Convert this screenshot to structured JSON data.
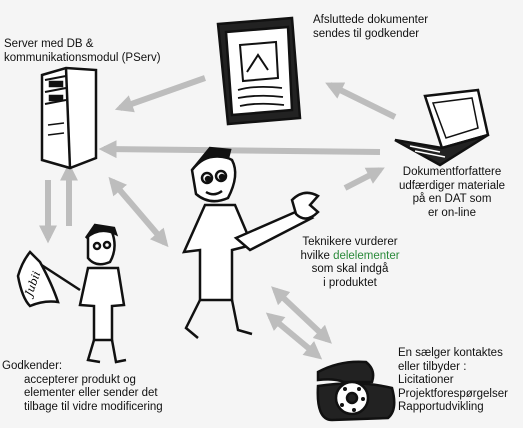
{
  "labels": {
    "server": [
      "Server med DB &",
      "kommunikationsmodul (PServ)"
    ],
    "finished_docs": [
      "Afsluttede dokumenter",
      "sendes til godkender"
    ],
    "authors": [
      "Dokumentforfattere",
      "udfærdiger materiale",
      "på en DAT som",
      "er on-line"
    ],
    "technicians": {
      "line1": "Teknikere vurderer",
      "line2_pre": "hvilke ",
      "line2_highlight": "delelementer",
      "line3": "som skal indgå",
      "line4": "i produktet"
    },
    "approver": [
      "Godkender:",
      "accepterer produkt og",
      "elementer eller sender det",
      "tilbage til vidre modificering"
    ],
    "seller": [
      "En sælger kontaktes",
      "eller tilbyder :",
      "Licitationer",
      "Projektforespørgelser",
      "Rapportudvikling"
    ],
    "flag_text": "Jubii"
  },
  "colors": {
    "background": "#f5f5f5",
    "arrow": "#bdbdbd",
    "ink": "#111111",
    "highlight": "#2a8a3a"
  },
  "icons": [
    "server-icon",
    "document-icon",
    "laptop-icon",
    "technician-wrench-icon",
    "approver-flag-icon",
    "telephone-icon"
  ]
}
